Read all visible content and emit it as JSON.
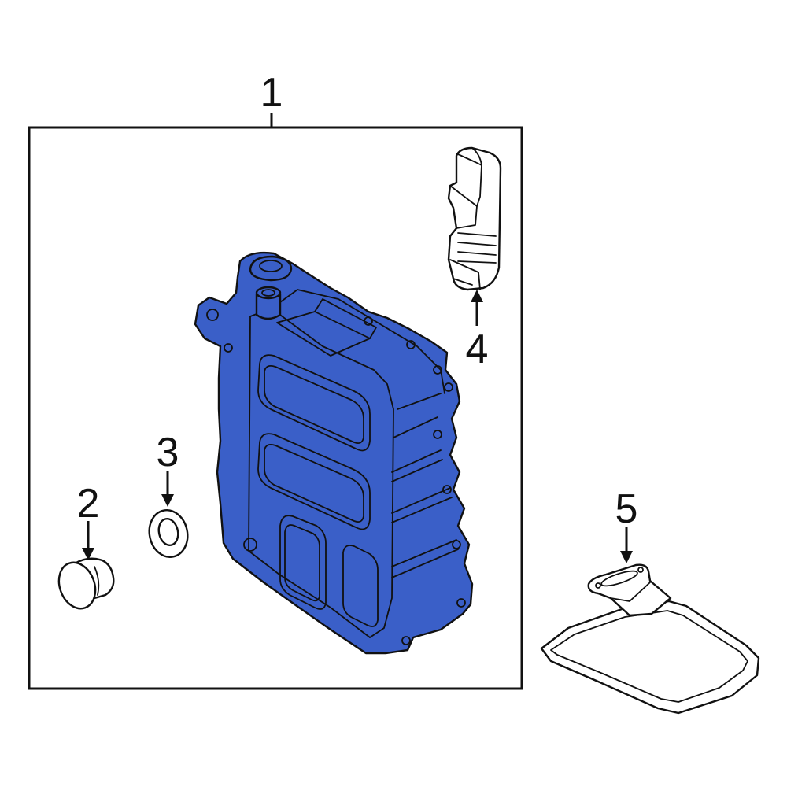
{
  "callouts": [
    {
      "id": "part-1",
      "label": "1"
    },
    {
      "id": "part-2",
      "label": "2"
    },
    {
      "id": "part-3",
      "label": "3"
    },
    {
      "id": "part-4",
      "label": "4"
    },
    {
      "id": "part-5",
      "label": "5"
    }
  ],
  "colors": {
    "highlight": "#3a5fc8",
    "outline": "#111111",
    "background": "#ffffff"
  }
}
